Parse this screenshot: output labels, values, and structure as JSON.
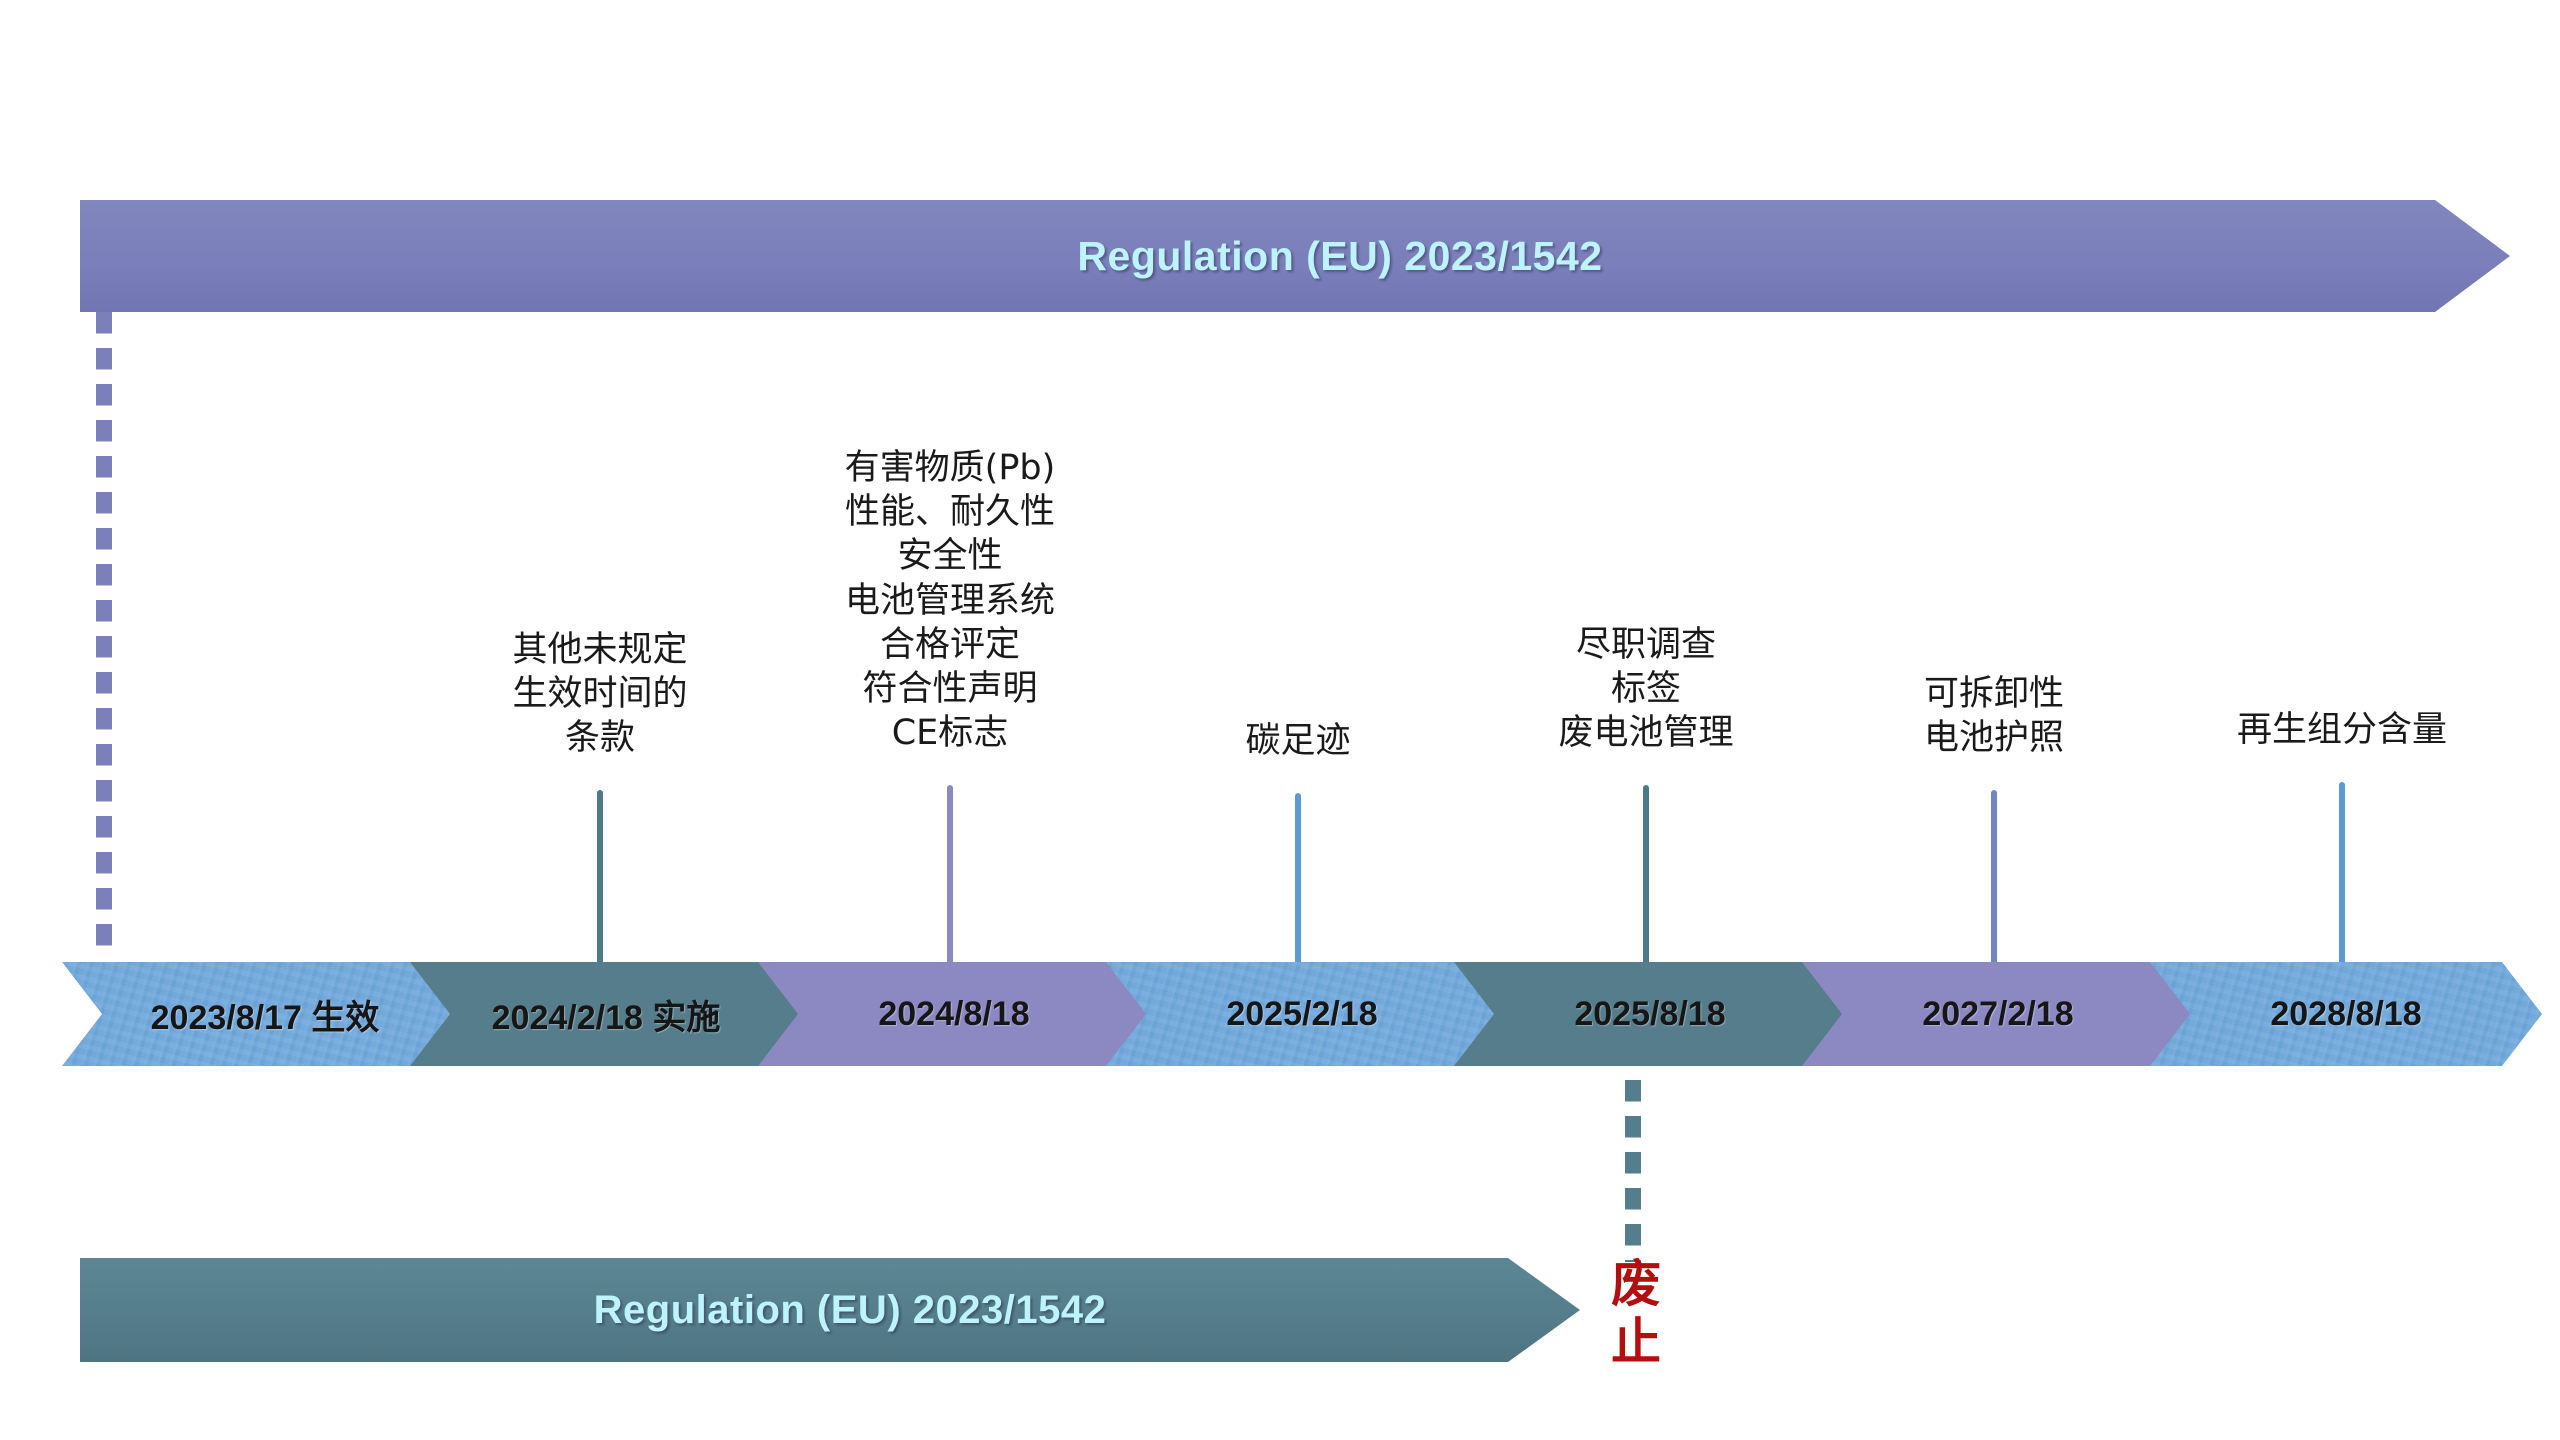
{
  "diagram": {
    "title_top": "Regulation (EU) 2023/1542",
    "title_bottom": "Regulation (EU) 2023/1542",
    "repeal_note": "废止",
    "colors": {
      "purple": "#7B7FBA",
      "teal": "#557D8B",
      "light_blue": "#6FA8DC",
      "lavender": "#8B88C2",
      "banner_text": "#BDF3FA",
      "repeal_text": "#B40F10",
      "milestone_text": "#1a1a1a"
    }
  },
  "milestones": [
    {
      "date_label": "2023/8/17 生效",
      "color": "#6FA8DC",
      "textured": true,
      "stem": false,
      "items": []
    },
    {
      "date_label": "2024/2/18 实施",
      "color": "#557D8B",
      "textured": false,
      "stem": true,
      "stem_color": "#4C7A88",
      "items": [
        "其他未规定",
        "生效时间的",
        "条款"
      ]
    },
    {
      "date_label": "2024/8/18",
      "color": "#8B88C2",
      "textured": false,
      "stem": true,
      "stem_color": "#8B88C2",
      "items": [
        "有害物质(Pb)",
        "性能、耐久性",
        "安全性",
        "电池管理系统",
        "合格评定",
        "符合性声明",
        "CE标志"
      ]
    },
    {
      "date_label": "2025/2/18",
      "color": "#6FA8DC",
      "textured": true,
      "stem": true,
      "stem_color": "#5B9BD5",
      "items": [
        "碳足迹"
      ]
    },
    {
      "date_label": "2025/8/18",
      "color": "#557D8B",
      "textured": false,
      "stem": true,
      "stem_color": "#4C7A88",
      "items": [
        "尽职调查",
        "标签",
        "废电池管理"
      ]
    },
    {
      "date_label": "2027/2/18",
      "color": "#8B88C2",
      "textured": false,
      "stem": true,
      "stem_color": "#6E86C4",
      "items": [
        "可拆卸性",
        "电池护照"
      ]
    },
    {
      "date_label": "2028/8/18",
      "color": "#6FA8DC",
      "textured": true,
      "stem": true,
      "stem_color": "#5B9BD5",
      "items": [
        "再生组分含量"
      ]
    }
  ]
}
